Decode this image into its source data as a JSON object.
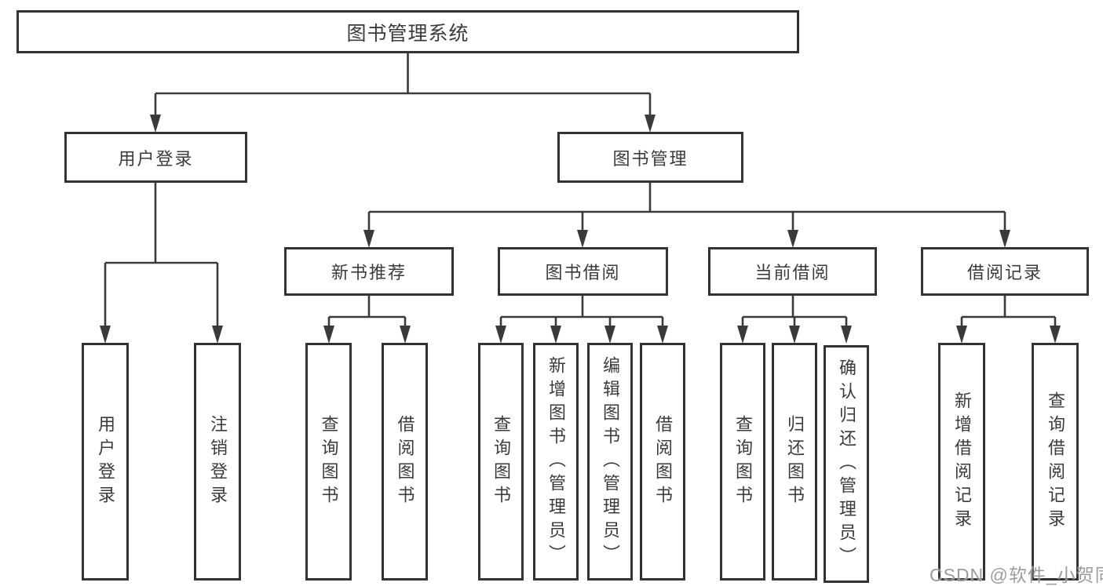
{
  "diagram": {
    "type": "hierarchy-tree",
    "orientation": "top-down",
    "colors": {
      "background": "#ffffff",
      "box_fill": "#ffffff",
      "box_border": "#333333",
      "line": "#3a3a3a",
      "text": "#3b3b3b",
      "watermark": "#949494"
    }
  },
  "tree": {
    "label": "图书管理系统",
    "children": [
      {
        "label": "用户登录",
        "children": [
          {
            "label": "用户登录"
          },
          {
            "label": "注销登录"
          }
        ]
      },
      {
        "label": "图书管理",
        "children": [
          {
            "label": "新书推荐",
            "children": [
              {
                "label": "查询图书"
              },
              {
                "label": "借阅图书"
              }
            ]
          },
          {
            "label": "图书借阅",
            "children": [
              {
                "label": "查询图书"
              },
              {
                "label": "新增图书（管理员）"
              },
              {
                "label": "编辑图书（管理员）"
              },
              {
                "label": "借阅图书"
              }
            ]
          },
          {
            "label": "当前借阅",
            "children": [
              {
                "label": "查询图书"
              },
              {
                "label": "归还图书"
              },
              {
                "label": "确认归还（管理员）"
              }
            ]
          },
          {
            "label": "借阅记录",
            "children": [
              {
                "label": "新增借阅记录"
              },
              {
                "label": "查询借阅记录"
              }
            ]
          }
        ]
      }
    ]
  },
  "watermark": {
    "text": "CSDN @软件_小贺同学"
  }
}
